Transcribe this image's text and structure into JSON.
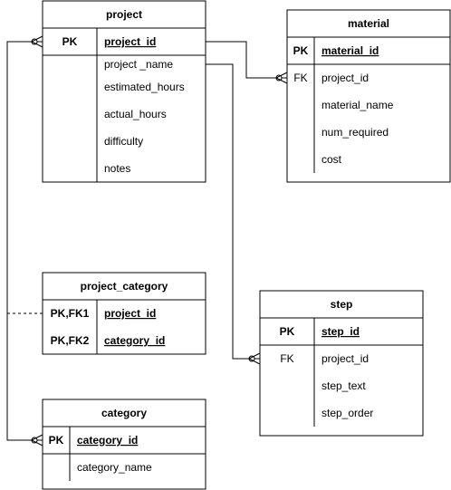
{
  "entities": {
    "project": {
      "title": "project",
      "rows": [
        {
          "key": "PK",
          "field": "project_id"
        },
        {
          "key": "",
          "field": "project _name"
        },
        {
          "key": "",
          "field": "estimated_hours"
        },
        {
          "key": "",
          "field": "actual_hours"
        },
        {
          "key": "",
          "field": "difficulty"
        },
        {
          "key": "",
          "field": "notes"
        }
      ]
    },
    "material": {
      "title": "material",
      "rows": [
        {
          "key": "PK",
          "field": "material_id"
        },
        {
          "key": "FK",
          "field": "project_id"
        },
        {
          "key": "",
          "field": "material_name"
        },
        {
          "key": "",
          "field": "num_required"
        },
        {
          "key": "",
          "field": "cost"
        }
      ]
    },
    "project_category": {
      "title": "project_category",
      "rows": [
        {
          "key": "PK,FK1",
          "field": "project_id"
        },
        {
          "key": "PK,FK2",
          "field": "category_id"
        }
      ]
    },
    "step": {
      "title": "step",
      "rows": [
        {
          "key": "PK",
          "field": "step_id"
        },
        {
          "key": "FK",
          "field": "project_id"
        },
        {
          "key": "",
          "field": "step_text"
        },
        {
          "key": "",
          "field": "step_order"
        }
      ]
    },
    "category": {
      "title": "category",
      "rows": [
        {
          "key": "PK",
          "field": "category_id"
        },
        {
          "key": "",
          "field": "category_name"
        }
      ]
    }
  }
}
